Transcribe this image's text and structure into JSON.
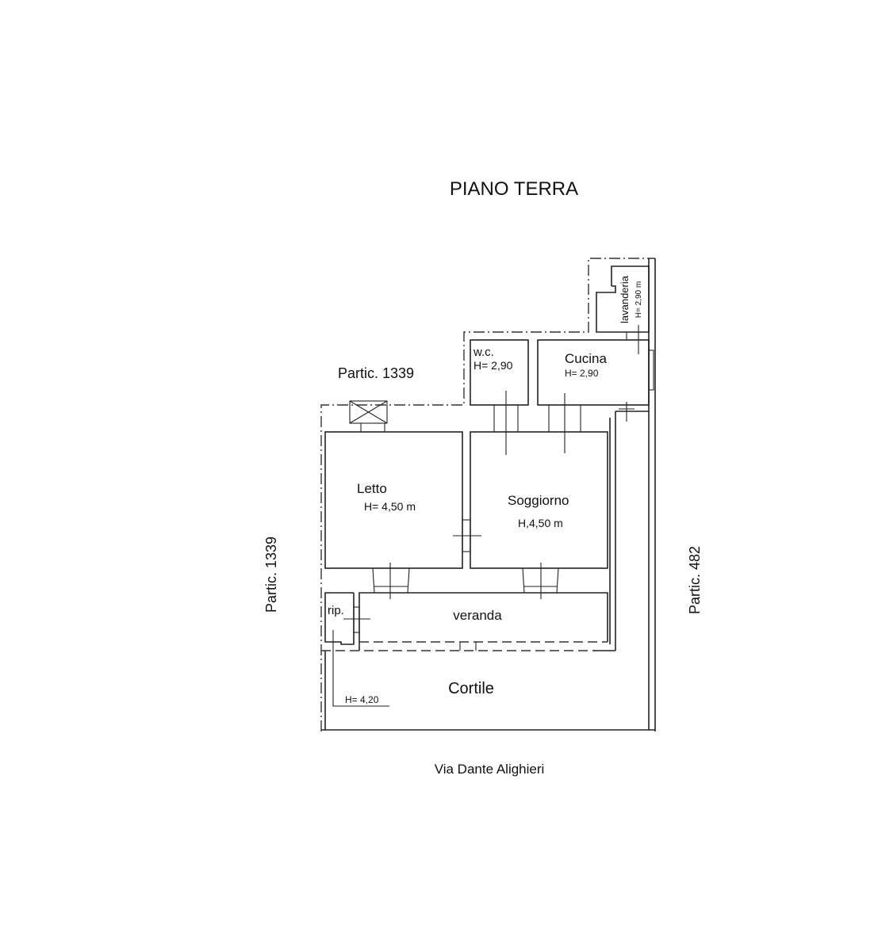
{
  "title": "PIANO TERRA",
  "neighbors": {
    "top": "Partic. 1339",
    "left": "Partic. 1339",
    "right": "Partic. 482"
  },
  "street": "Via Dante Alighieri",
  "rooms": {
    "letto": {
      "name": "Letto",
      "height": "H= 4,50 m"
    },
    "soggiorno": {
      "name": "Soggiorno",
      "height": "H,4,50 m"
    },
    "wc": {
      "name": "w.c.",
      "height": "H= 2,90"
    },
    "cucina": {
      "name": "Cucina",
      "height": "H= 2,90"
    },
    "lavanderia": {
      "name": "lavanderia",
      "height": "H= 2,90 m"
    },
    "veranda": {
      "name": "veranda"
    },
    "rip": {
      "name": "rip."
    },
    "cortile": {
      "name": "Cortile",
      "height": "H= 4,20"
    }
  }
}
